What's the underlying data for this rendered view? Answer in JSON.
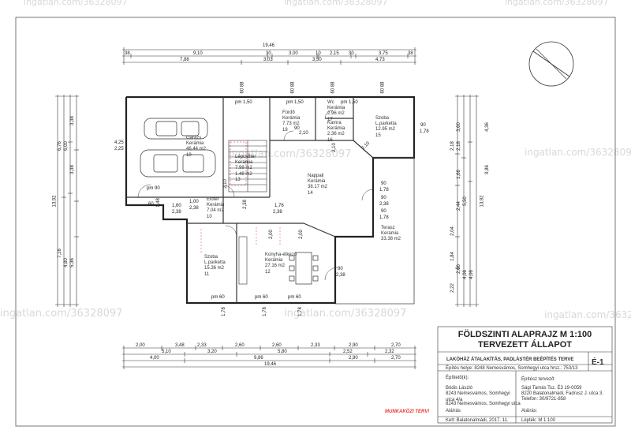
{
  "watermark": "ingatlan.com/36328097",
  "plan": {
    "dims_top": {
      "overall": "19,46",
      "row1": [
        "38",
        "9,10",
        "30",
        "3,00",
        "10",
        "2,15",
        "30",
        "3,75",
        "38"
      ],
      "row2": [
        "7,88",
        "3,03",
        "3,50",
        "4,73"
      ],
      "openings": [
        "60 88",
        "60 88",
        "60 88",
        "60 88"
      ]
    },
    "dims_bottom": {
      "overall": "19,46",
      "row1": [
        "2,00",
        "3,48",
        "2,33",
        "2,60",
        "2,60",
        "2,33",
        "2,90",
        "2,70"
      ],
      "row2": [
        "5,10",
        "3,20",
        "5,80",
        "2,52",
        "2,32"
      ],
      "row3": [
        "4,00",
        "9,86",
        "2,90",
        "2,70"
      ]
    },
    "dims_left": {
      "outer": [
        "13,92"
      ],
      "a": [
        "6,76",
        "7,16"
      ],
      "b": [
        "6,00",
        "4,80"
      ],
      "c": [
        "3,38",
        "3,38",
        "5,36"
      ],
      "d": [
        "4,25",
        "2,25"
      ]
    },
    "dims_right": {
      "outer": [
        "13,92"
      ],
      "a": [
        "4,36",
        "9,86"
      ],
      "b": [
        "3,60",
        "2,18",
        "1,66",
        "5,50",
        "2,44",
        "2,66",
        "4,06",
        "4,06"
      ],
      "c": [
        "2,18",
        "2,04",
        "1,84",
        "2,22"
      ]
    },
    "openings": [
      {
        "text": "pm 1,50"
      },
      {
        "text": "pm 1,50"
      },
      {
        "text": "pm 1,50"
      },
      {
        "text": "pm 90"
      },
      {
        "text": "90"
      },
      {
        "text": "1,78"
      },
      {
        "text": "1,60"
      },
      {
        "text": "2,38"
      },
      {
        "text": "60"
      },
      {
        "text": "1,48"
      },
      {
        "text": "1,00"
      },
      {
        "text": "2,38"
      },
      {
        "text": "1,76"
      },
      {
        "text": "2,38"
      },
      {
        "text": "90"
      },
      {
        "text": "1,78"
      },
      {
        "text": "90"
      },
      {
        "text": "2,38"
      },
      {
        "text": "90"
      },
      {
        "text": "1,78"
      },
      {
        "text": "90"
      },
      {
        "text": "2,38"
      },
      {
        "text": "pm 60"
      },
      {
        "text": "pm 60"
      },
      {
        "text": "pm 60"
      },
      {
        "text": "1,78"
      },
      {
        "text": "1,78"
      },
      {
        "text": "1,78"
      },
      {
        "text": "2,10"
      },
      {
        "text": "2,10"
      },
      {
        "text": "2,10"
      },
      {
        "text": "2,38"
      },
      {
        "text": "2,00"
      },
      {
        "text": "2,00"
      },
      {
        "text": "2,10"
      },
      {
        "text": "90"
      }
    ],
    "rooms": [
      {
        "name": "Garázs",
        "floor": "Kerámia",
        "area": "46.44 m2",
        "num": "19"
      },
      {
        "name": "Fürdő",
        "floor": "Kerámia",
        "area": "7.73 m2",
        "num": "18"
      },
      {
        "name": "Wc",
        "floor": "Kerámia",
        "area": "2.96 m2",
        "num": "17"
      },
      {
        "name": "Kamra",
        "floor": "Kerámia",
        "area": "2.36 m2",
        "num": "16"
      },
      {
        "name": "Szoba",
        "floor": "L.parketta",
        "area": "12.95 m2",
        "num": "15"
      },
      {
        "name": "Lépcsőtér",
        "floor": "Kerámia",
        "area": "7.99 m2",
        "num": "13"
      },
      {
        "name": "Nappali",
        "floor": "Kerámia",
        "area": "38.17 m2",
        "num": "14"
      },
      {
        "name": "Előtér",
        "floor": "Kerámia",
        "area": "7.04 m2",
        "num": "10"
      },
      {
        "name": "Szoba",
        "floor": "L.parketta",
        "area": "15.36 m2",
        "num": "11"
      },
      {
        "name": "Konyha-étkező",
        "floor": "Kerámia",
        "area": "27.16 m2",
        "num": "12"
      },
      {
        "name": "Terasz",
        "floor": "Kerámia",
        "area": "33.38 m2",
        "num": ""
      }
    ],
    "stair_extra": "1.48 m2"
  },
  "title_block": {
    "title1": "FÖLDSZINTI ALAPRAJZ M 1:100",
    "title2": "TERVEZETT ÁLLAPOT",
    "project": "LAKÓHÁZ ÁTALAKÍTÁS, PADLÁSTÉR BEÉPÍTÉS TERVE",
    "sheet_id": "É-1",
    "site": "Építés helye: 8248 Nemesvámos, Somhegyi utca hrsz.: 753/13",
    "owner_label": "Építtető(k):",
    "owner_lines": [
      "Bódis László",
      "8243 Nemesvámos, Somhegyi utca 4/a",
      "8243 Nemesvámos, Somhegyi utca"
    ],
    "owner_sign": "Aláírás:",
    "designer_label": "Építész tervező:",
    "designer_lines": [
      "Ságí Tamás Tsz. É3 19-0059",
      "8220 Balatonalmádi, Fadrusz J. utca 3.",
      "Telefon: 30/9721-858"
    ],
    "designer_sign": "Aláírás:",
    "date": "Kelt: Balatonalmádi, 2017. 11.",
    "scale": "Lépték: M 1:100",
    "draft": "MUNKAKÖZI TERV!"
  }
}
